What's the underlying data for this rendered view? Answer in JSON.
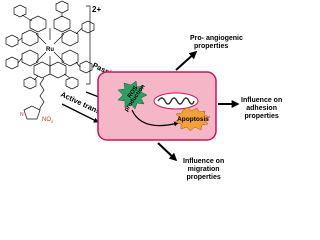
{
  "complex": {
    "charge": "2+",
    "metal": "Ru",
    "no2_group": "NO",
    "no2_subscript": "2"
  },
  "arrows": {
    "passive_diffusion": "Passive diffusion",
    "active_transport": "Active transport"
  },
  "cell": {
    "ros_line1": "ROS",
    "ros_line2": "production",
    "apoptosis": "Apoptosis"
  },
  "outcomes": {
    "angiogenic_line1": "Pro- angiogenic",
    "angiogenic_line2": "properties",
    "adhesion_line1": "Influence on",
    "adhesion_line2": "adhesion",
    "adhesion_line3": "properties",
    "migration_line1": "Influence on",
    "migration_line2": "migration",
    "migration_line3": "properties"
  },
  "colors": {
    "cell_fill": "#f5b6c8",
    "cell_stroke": "#c2185b",
    "burst_fill": "#2e9e63",
    "apoptosis_fill": "#f2a13a",
    "nitro_color": "#c0392b",
    "arrow_color": "#000000"
  }
}
